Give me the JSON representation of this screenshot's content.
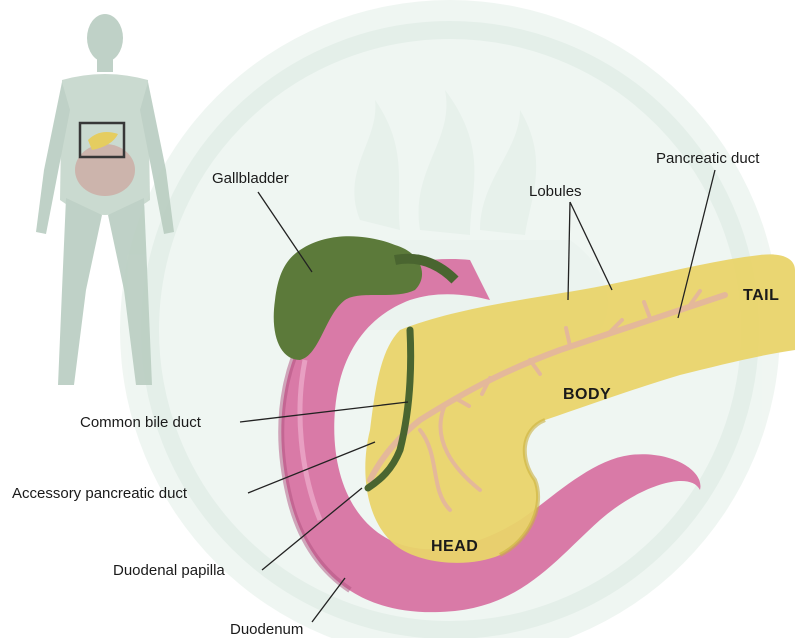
{
  "labels": {
    "gallbladder": "Gallbladder",
    "lobules": "Lobules",
    "pancreatic_duct": "Pancreatic duct",
    "common_bile_duct": "Common bile duct",
    "accessory_pancreatic_duct": "Accessory pancreatic duct",
    "duodenal_papilla": "Duodenal papilla",
    "duodenum": "Duodenum"
  },
  "regions": {
    "tail": "TAIL",
    "body": "BODY",
    "head": "HEAD"
  },
  "colors": {
    "pancreas": "#e9d46a",
    "pancreas_shadow": "#c9b040",
    "duodenum": "#d97aa7",
    "duodenum_dark": "#b0527f",
    "gallbladder": "#5c7a3a",
    "duct": "#e4b89a",
    "watermark": "#cfe3d8",
    "figure": "#b9cdc1"
  }
}
